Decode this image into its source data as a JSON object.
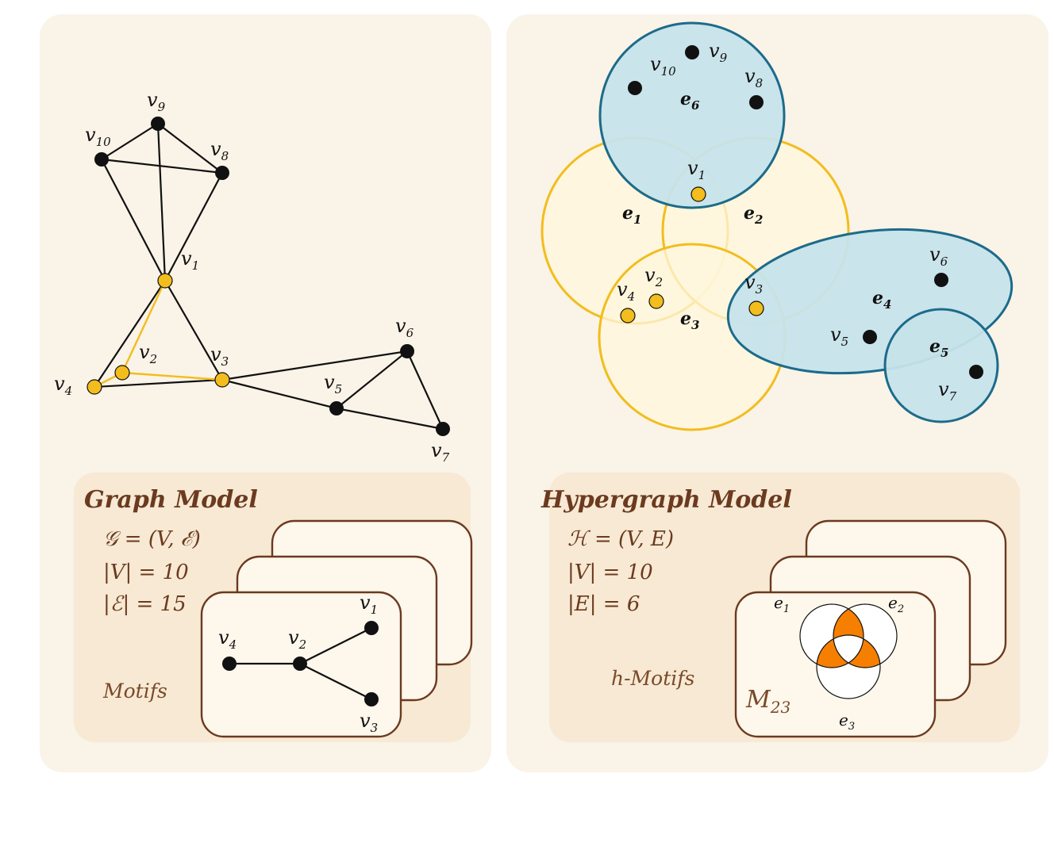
{
  "colors": {
    "panel": "#faf3e8",
    "inner_panel": "#f7e9d4",
    "brown": "#6b3a1f",
    "yellow": "#f2bd1d",
    "yellow_fill": "#fff7dc",
    "teal": "#1c6b8a",
    "teal_fill": "#c6e3ea",
    "orange": "#f77f00"
  },
  "graph": {
    "title": "Graph Model",
    "stats": [
      "𝒢 = (V, ℰ)",
      "|V| = 10",
      "|ℰ| = 15"
    ],
    "motifs_label": "Motifs",
    "vertices": [
      {
        "id": "v1",
        "name": "v",
        "sub": "1",
        "highlight": true
      },
      {
        "id": "v2",
        "name": "v",
        "sub": "2",
        "highlight": true
      },
      {
        "id": "v3",
        "name": "v",
        "sub": "3",
        "highlight": true
      },
      {
        "id": "v4",
        "name": "v",
        "sub": "4",
        "highlight": true
      },
      {
        "id": "v5",
        "name": "v",
        "sub": "5",
        "highlight": false
      },
      {
        "id": "v6",
        "name": "v",
        "sub": "6",
        "highlight": false
      },
      {
        "id": "v7",
        "name": "v",
        "sub": "7",
        "highlight": false
      },
      {
        "id": "v8",
        "name": "v",
        "sub": "8",
        "highlight": false
      },
      {
        "id": "v9",
        "name": "v",
        "sub": "9",
        "highlight": false
      },
      {
        "id": "v10",
        "name": "v",
        "sub": "10",
        "highlight": false
      }
    ],
    "motif_card": {
      "nodes": [
        {
          "name": "v",
          "sub": "4"
        },
        {
          "name": "v",
          "sub": "2"
        },
        {
          "name": "v",
          "sub": "1"
        },
        {
          "name": "v",
          "sub": "3"
        }
      ]
    }
  },
  "hypergraph": {
    "title": "Hypergraph Model",
    "stats": [
      "ℋ = (V, E)",
      "|V| = 10",
      "|E| = 6"
    ],
    "motifs_label": "h-Motifs",
    "hyperedges": [
      {
        "name": "e",
        "sub": "1",
        "kind": "yellow"
      },
      {
        "name": "e",
        "sub": "2",
        "kind": "yellow"
      },
      {
        "name": "e",
        "sub": "3",
        "kind": "yellow"
      },
      {
        "name": "e",
        "sub": "4",
        "kind": "teal"
      },
      {
        "name": "e",
        "sub": "5",
        "kind": "teal"
      },
      {
        "name": "e",
        "sub": "6",
        "kind": "teal"
      }
    ],
    "motif_card": {
      "name": "M",
      "sub": "23",
      "edges": [
        {
          "name": "e",
          "sub": "1"
        },
        {
          "name": "e",
          "sub": "2"
        },
        {
          "name": "e",
          "sub": "3"
        }
      ]
    }
  }
}
